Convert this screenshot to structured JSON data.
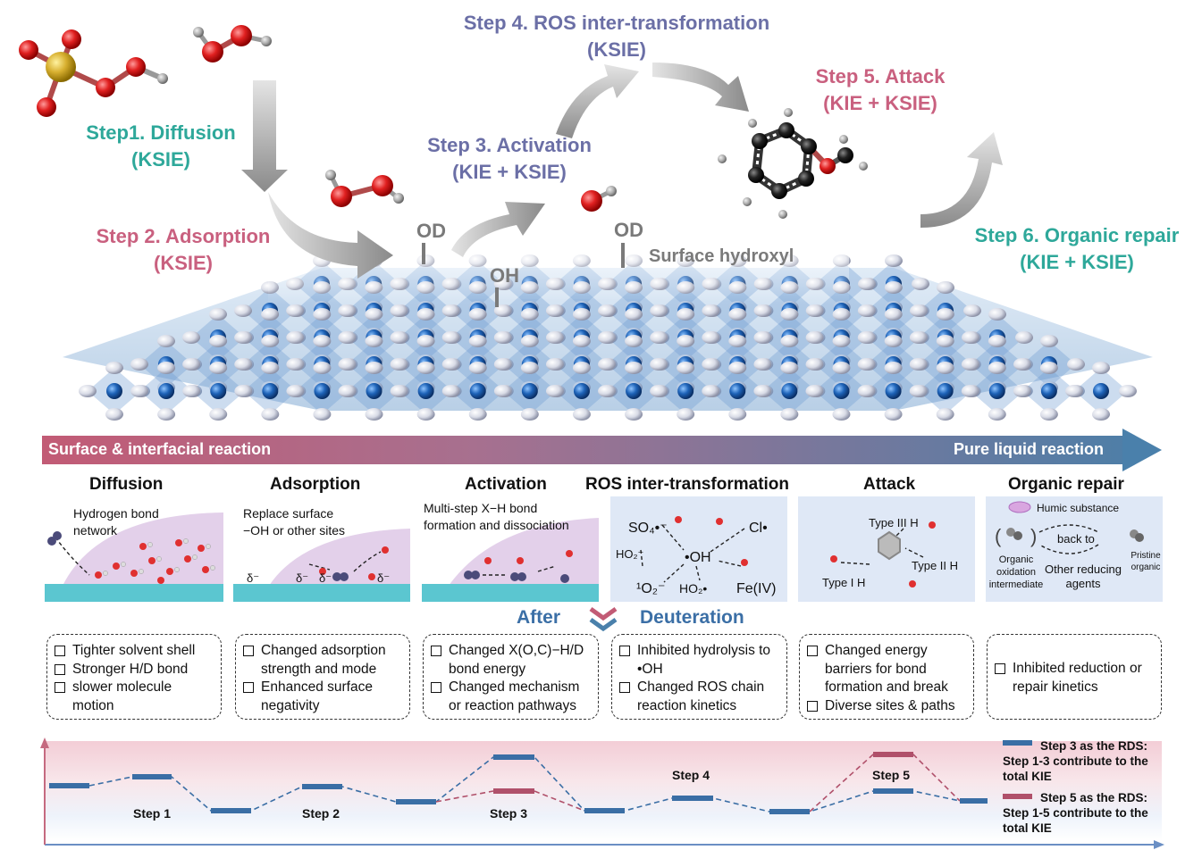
{
  "top": {
    "step1": {
      "title": "Step1. Diffusion",
      "sub": "(KSIE)"
    },
    "step2": {
      "title": "Step 2. Adsorption",
      "sub": "(KSIE)"
    },
    "step3": {
      "title": "Step 3. Activation",
      "sub": "(KIE + KSIE)"
    },
    "step4": {
      "title": "Step 4. ROS inter-transformation",
      "sub": "(KSIE)"
    },
    "step5": {
      "title": "Step 5. Attack",
      "sub": "(KIE + KSIE)"
    },
    "step6": {
      "title": "Step 6. Organic repair",
      "sub": "(KIE + KSIE)"
    },
    "od1": "OD",
    "od2": "OD",
    "oh": "OH",
    "surface": "Surface hydroxyl"
  },
  "banner": {
    "left": "Surface & interfacial reaction",
    "right": "Pure liquid reaction"
  },
  "columns": [
    {
      "title": "Diffusion",
      "panel_text": "Hydrogen bond network",
      "items": [
        "Tighter solvent shell",
        "Stronger H/D bond",
        "slower molecule motion"
      ]
    },
    {
      "title": "Adsorption",
      "panel_text": "Replace surface −OH or other sites",
      "items": [
        "Changed adsorption strength and mode",
        "Enhanced surface negativity"
      ]
    },
    {
      "title": "Activation",
      "panel_text": "Multi-step X−H bond formation and dissociation",
      "items": [
        "Changed X(O,C)−H/D bond energy",
        "Changed mechanism or reaction pathways"
      ]
    },
    {
      "title": "ROS inter-transformation",
      "items": [
        "Inhibited hydrolysis to •OH",
        "Changed ROS chain reaction kinetics"
      ]
    },
    {
      "title": "Attack",
      "items": [
        "Changed energy barriers for bond formation and break",
        "Diverse sites & paths"
      ]
    },
    {
      "title": "Organic repair",
      "items": [
        "Inhibited reduction or repair kinetics"
      ]
    }
  ],
  "ros": {
    "so4": "SO₄•⁻",
    "cl": "Cl•",
    "ho2a": "HO₂⁻",
    "oh": "•OH",
    "o2": "¹O₂⁻",
    "ho2b": "HO₂•",
    "fe": "Fe(IV)"
  },
  "attack": {
    "t3": "Type III H",
    "t2": "Type II H",
    "t1": "Type I H"
  },
  "repair": {
    "humic": "Humic substance",
    "back": "back to",
    "inter": "Organic oxidation intermediate",
    "other": "Other reducing agents",
    "pristine": "Pristine organic"
  },
  "delta": "δ⁻",
  "middle": {
    "after": "After",
    "deut": "Deuteration"
  },
  "energy": {
    "steps": [
      "Step 1",
      "Step 2",
      "Step 3",
      "Step 4",
      "Step 5"
    ],
    "legend1": {
      "title": "Step 3 as the RDS:",
      "desc": "Step 1-3 contribute to the total KIE",
      "color": "#3a6ea5"
    },
    "legend2": {
      "title": "Step 5 as the RDS:",
      "desc": "Step 1-5 contribute to the total KIE",
      "color": "#b0506a"
    }
  }
}
